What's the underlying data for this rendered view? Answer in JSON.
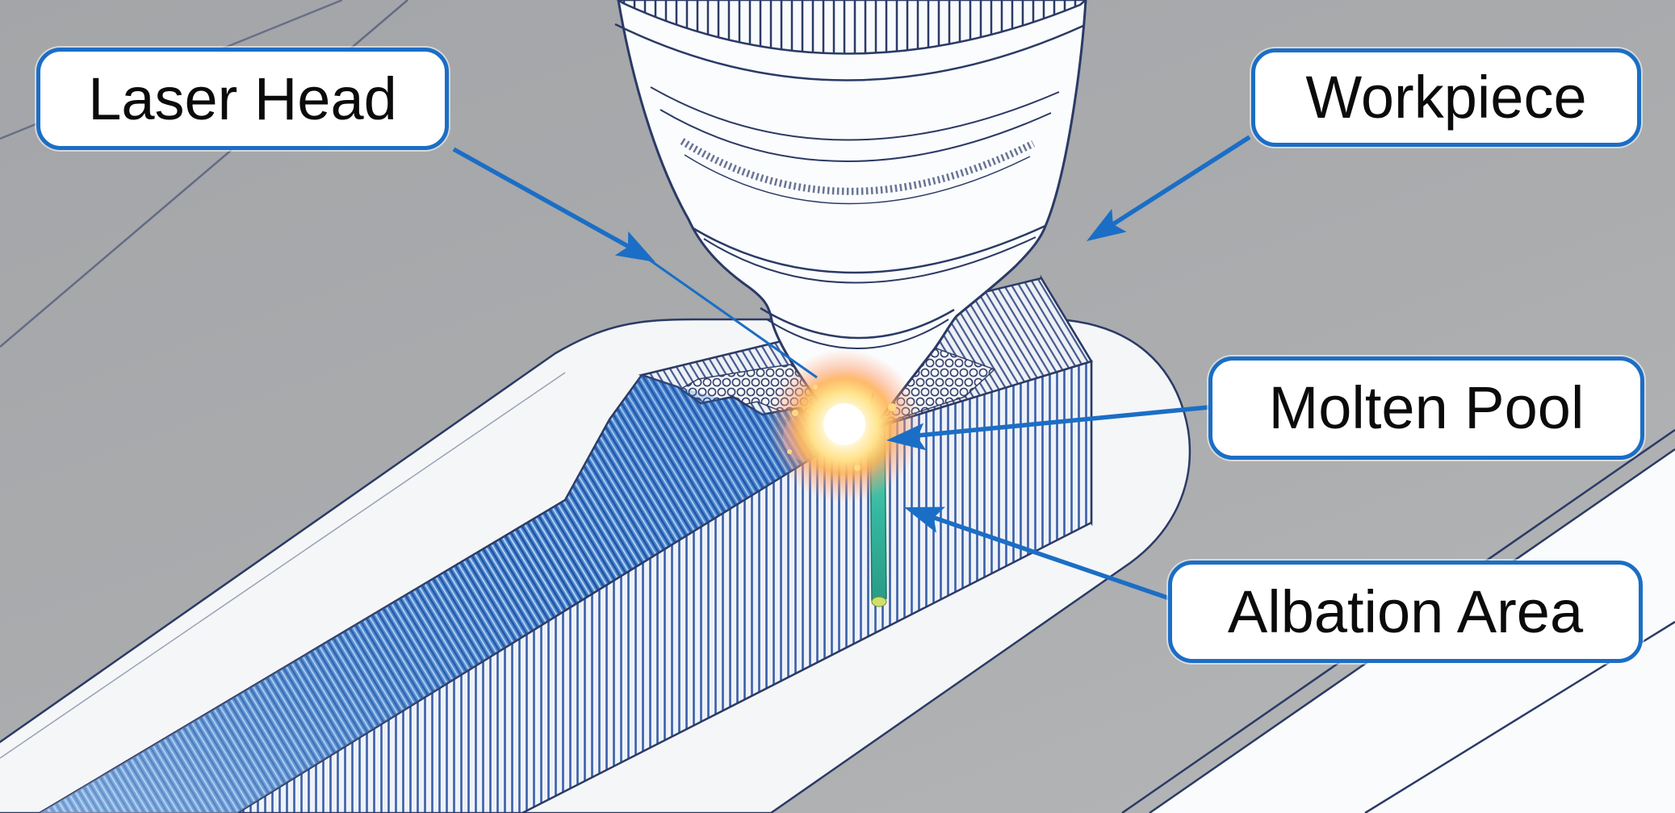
{
  "diagram": {
    "type": "laser-ablation-process-illustration",
    "callouts": [
      {
        "id": "laser-head",
        "text": "Laser Head"
      },
      {
        "id": "workpiece",
        "text": "Workpiece"
      },
      {
        "id": "molten-pool",
        "text": "Molten Pool"
      },
      {
        "id": "albation-area",
        "text": "Albation Area"
      }
    ],
    "icons": {
      "leader-arrowhead": "solid-triangle"
    }
  },
  "theme": {
    "accent-blue": "#1b6ec5",
    "outline-navy": "#2b3a66",
    "background-gray": "#aaacae",
    "surface-white": "#f5f6f7",
    "table-white": "#fafbfc",
    "block-stripe-blue": "#3a5fa8",
    "ablated-blue": "#4f8ad2",
    "groove-teal": "#35b8a0",
    "spark-core": "#ffffff",
    "spark-yellow": "#ffe289",
    "spark-orange": "#ffb45a",
    "label-bg": "#ffffff",
    "label-text": "#0b0b0c"
  }
}
